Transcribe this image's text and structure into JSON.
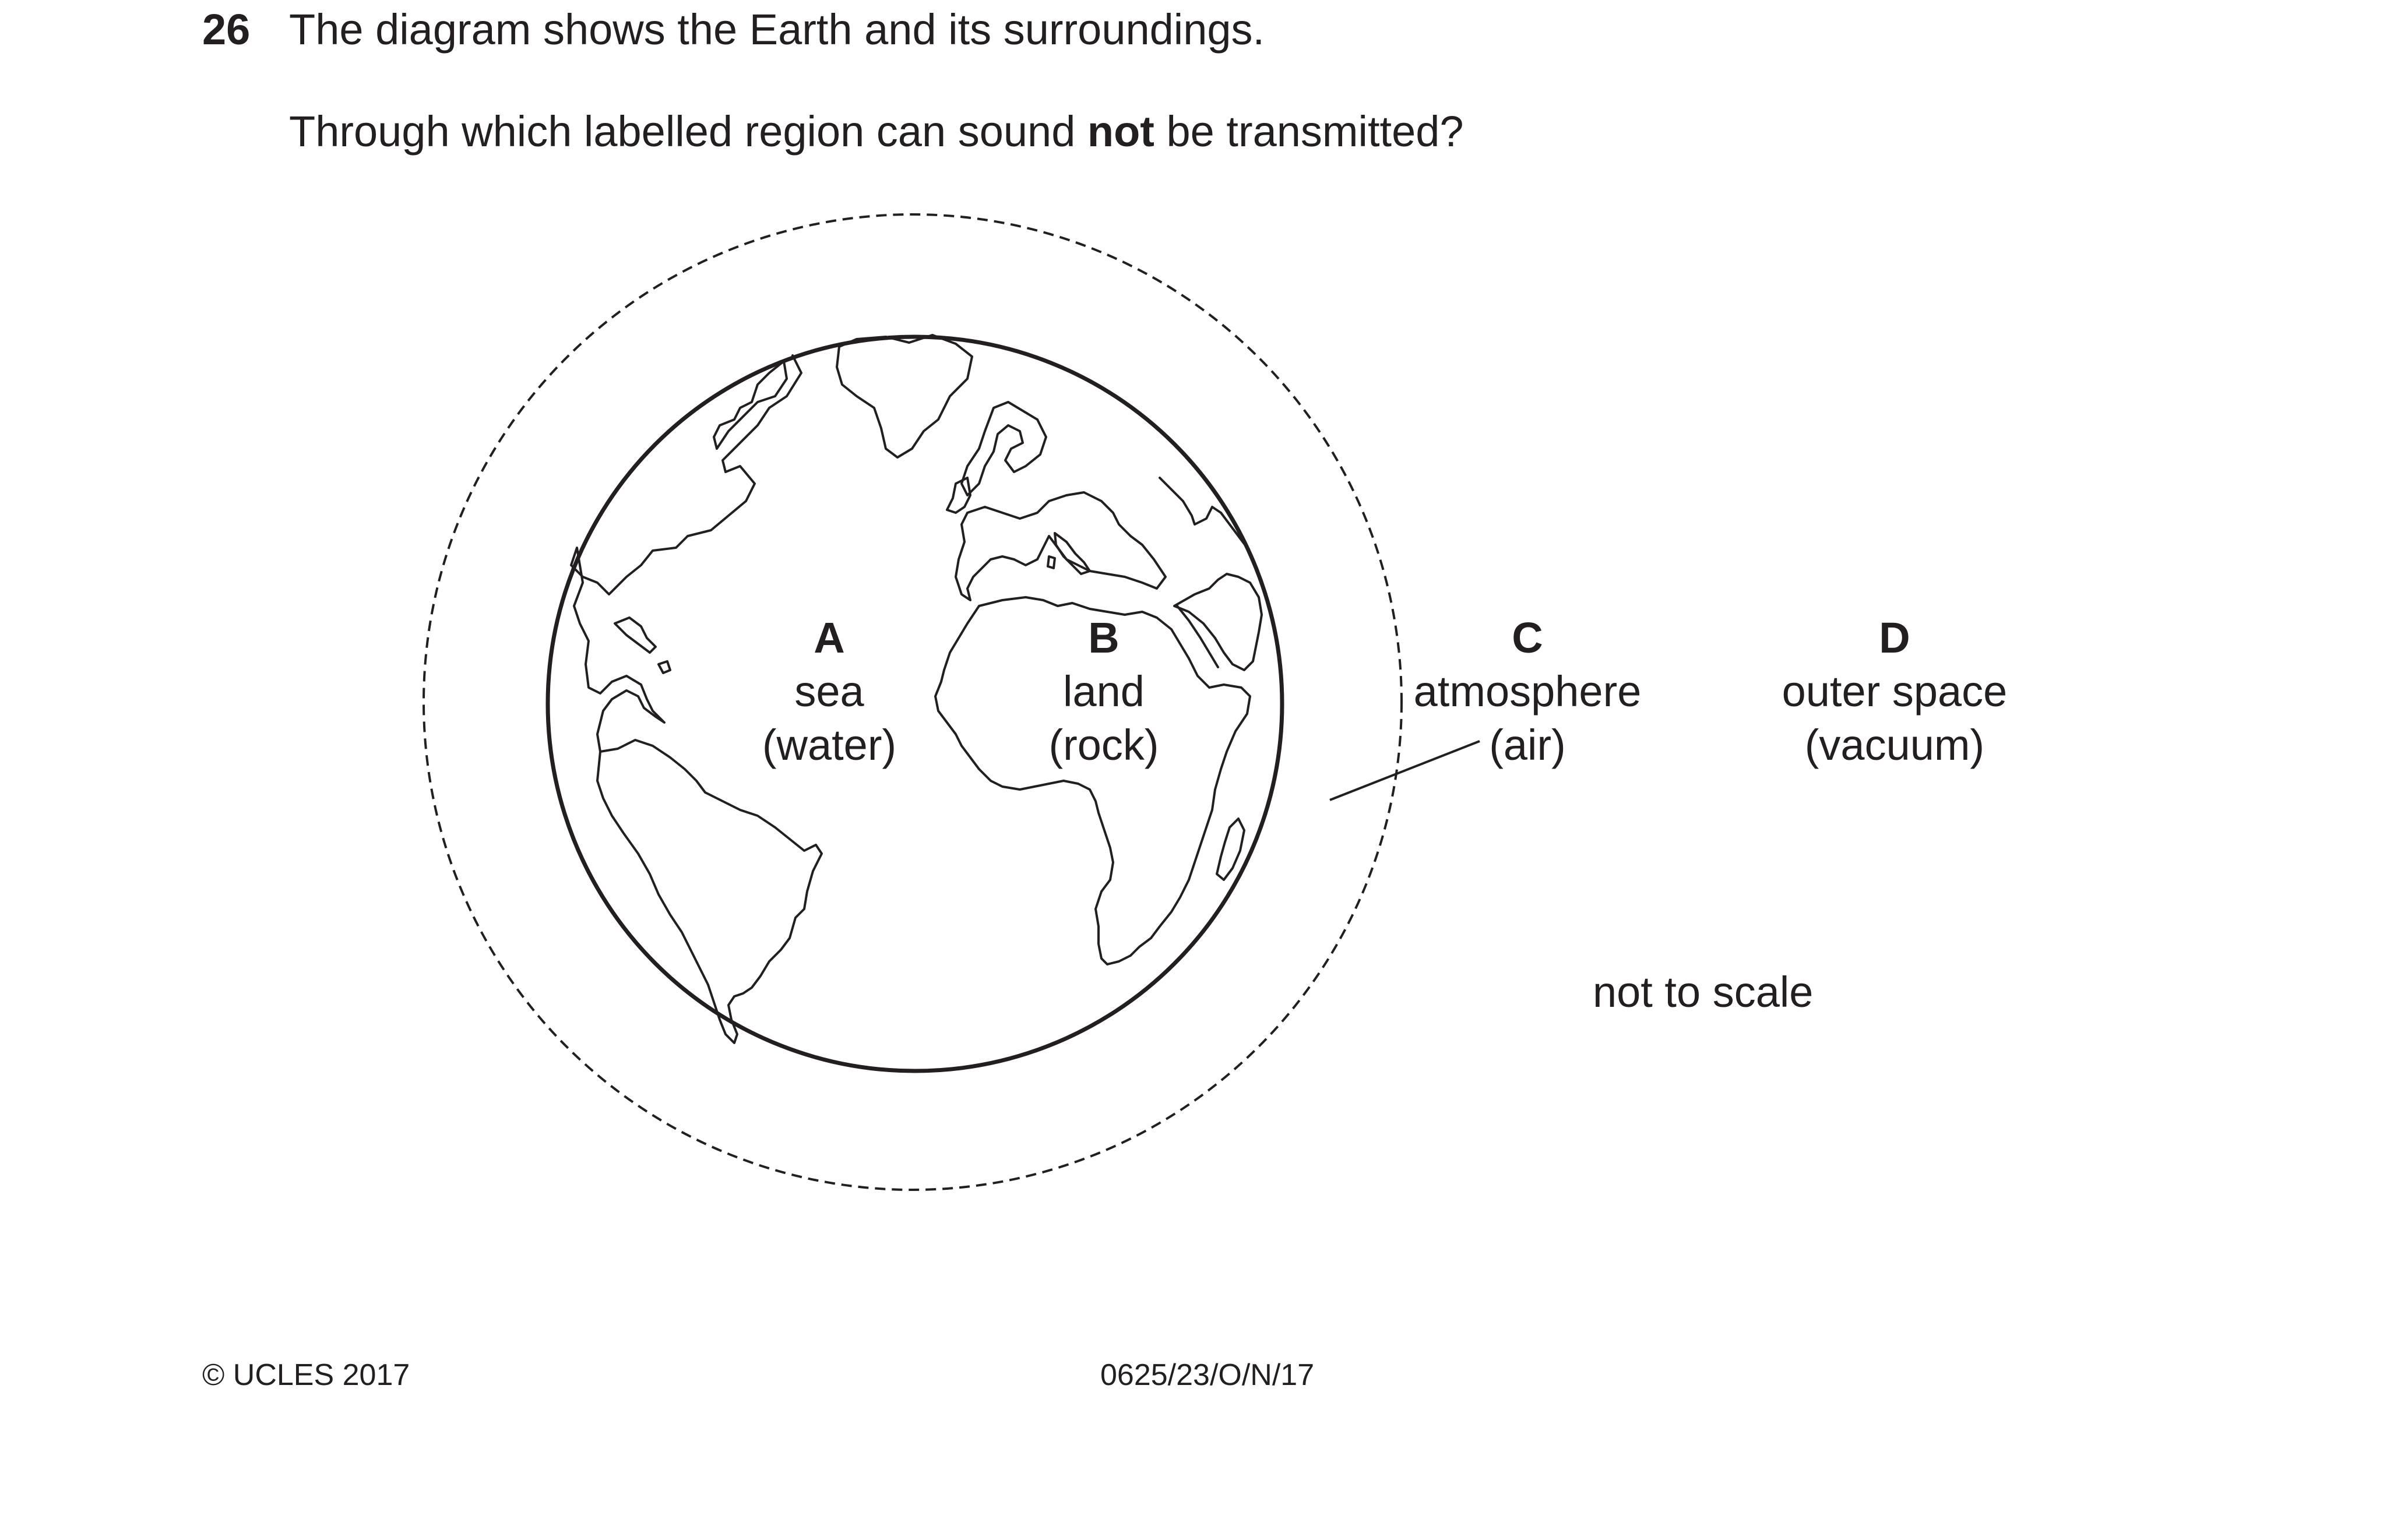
{
  "question": {
    "number": "26",
    "stem": "The diagram shows the Earth and its surroundings.",
    "prompt_before": "Through which labelled region can sound ",
    "prompt_emphasis": "not",
    "prompt_after": " be transmitted?"
  },
  "diagram": {
    "labels": [
      {
        "letter": "A",
        "name": "sea",
        "medium": "(water)"
      },
      {
        "letter": "B",
        "name": "land",
        "medium": "(rock)"
      },
      {
        "letter": "C",
        "name": "atmosphere",
        "medium": "(air)"
      },
      {
        "letter": "D",
        "name": "outer space",
        "medium": "(vacuum)"
      }
    ],
    "note": "not to scale"
  },
  "footer": {
    "copyright": "© UCLES 2017",
    "code": "0625/23/O/N/17"
  }
}
